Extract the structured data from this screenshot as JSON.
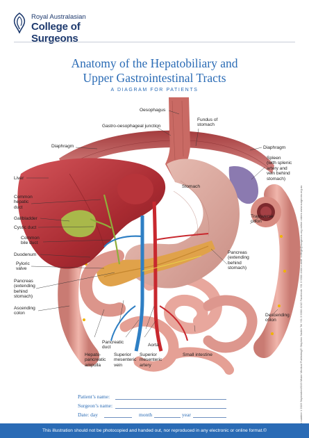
{
  "brand": {
    "line1": "Royal Australasian",
    "line2": "College of Surgeons"
  },
  "title": {
    "line1": "Anatomy of the Hepatobiliary and",
    "line2": "Upper Gastrointestinal Tracts",
    "subtitle": "A DIAGRAM FOR PATIENTS"
  },
  "labels": {
    "oesophagus": "Oesophagus",
    "gastro_oesophageal_junction": "Gastro-oesophageal junction",
    "fundus_of_stomach": "Fundus of\nstomach",
    "diaphragm_left": "Diaphragm",
    "diaphragm_right": "Diaphragm",
    "spleen": "Spleen\n(with splenic\nartery and\nvein behind\nstomach)",
    "liver": "Liver",
    "stomach": "Stomach",
    "common_hepatic_duct": "Common\nhepatic\nduct",
    "gallbladder": "Gallbladder",
    "cystic_duct": "Cystic duct",
    "common_bile_duct": "Common\nbile duct",
    "transverse_colon": "Transverse\ncolon",
    "duodenum": "Duodenum",
    "pancreas_behind_stomach": "Pancreas\n(extending\nbehind\nstomach)",
    "pyloric_valve": "Pyloric\nvalve",
    "pancreas_left": "Pancreas\n(extending\nbehind\nstomach)",
    "ascending_colon": "Ascending\ncolon",
    "descending_colon": "Descending\ncolon",
    "pancreatic_duct": "Pancreatic\nduct",
    "aorta": "Aorta",
    "hepato_pancreatic_ampulla": "Hepato-\npancreatic\nampulla",
    "superior_mesenteric_vein": "Superior\nmesenteric\nvein",
    "superior_mesenteric_artery": "Superior\nmesenteric\nartery",
    "small_intestine": "Small intestine"
  },
  "form": {
    "patient_name": "Patient’s name:",
    "surgeon_name": "Surgeon’s name:",
    "date_day": "Date: day",
    "date_month": "month",
    "date_year": "year"
  },
  "side_text": "Edition number 1 2019 September2019 Mister Medical Publishing© Stephen Sadler  Tel +61 3 9300 4242  Facebook +61 3 9300 4444  e-mail: college@surgeons.org  online orders  www.surgeons.org.au",
  "footer": "This illustration should not be photocopied and handed out, nor reproduced in any electronic or online format.©",
  "colors": {
    "brand_blue": "#1e3a6e",
    "title_blue": "#2a6bb5",
    "footer_bg": "#2a6bb5",
    "liver": "#b8353b",
    "stomach": "#d9a9a0",
    "gallbladder": "#a8b84a",
    "colon": "#e3a39a",
    "pancreas": "#e0a24a",
    "vein": "#2e7fc4",
    "artery": "#c8282e"
  }
}
